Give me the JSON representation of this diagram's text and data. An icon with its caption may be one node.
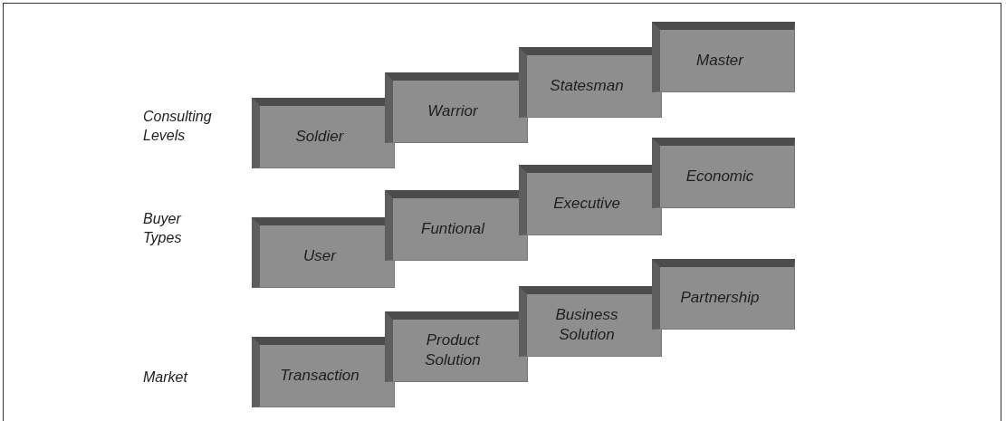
{
  "diagram": {
    "nodes": [
      {
        "text": [
          "Soldier"
        ]
      },
      {
        "text": [
          "Warrior"
        ]
      },
      {
        "text": [
          "Statesman"
        ]
      },
      {
        "text": [
          "Master"
        ]
      },
      {
        "text": [
          "User"
        ]
      },
      {
        "text": [
          "Funtional"
        ]
      },
      {
        "text": [
          "Executive"
        ]
      },
      {
        "text": [
          "Economic"
        ]
      },
      {
        "text": [
          "Transaction"
        ]
      },
      {
        "text": [
          "Product Solution"
        ]
      },
      {
        "text": [
          "Business Solution"
        ]
      },
      {
        "text": [
          "Partnership"
        ]
      }
    ],
    "labels": [
      "Consulting Levels",
      "Buyer Types",
      "Market"
    ]
  }
}
